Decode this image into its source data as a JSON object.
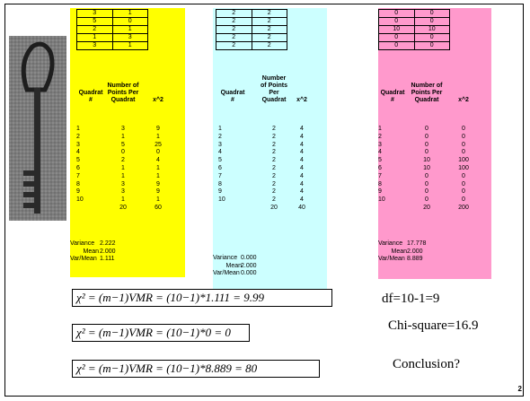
{
  "panels": [
    {
      "id": "yellow",
      "grid": [
        [
          "3",
          "1"
        ],
        [
          "5",
          "0"
        ],
        [
          "2",
          "1"
        ],
        [
          "1",
          "3"
        ],
        [
          "3",
          "1"
        ]
      ],
      "headers": {
        "quadrat": "Quadrat\n#",
        "points": "Number of\nPoints Per\nQuadrat",
        "x2": "x^2"
      },
      "rows": [
        [
          "1",
          "3",
          "9"
        ],
        [
          "2",
          "1",
          "1"
        ],
        [
          "3",
          "5",
          "25"
        ],
        [
          "4",
          "0",
          "0"
        ],
        [
          "5",
          "2",
          "4"
        ],
        [
          "6",
          "1",
          "1"
        ],
        [
          "7",
          "1",
          "1"
        ],
        [
          "8",
          "3",
          "9"
        ],
        [
          "9",
          "3",
          "9"
        ],
        [
          "10",
          "1",
          "1"
        ]
      ],
      "totals": {
        "points": "20",
        "x2": "60"
      },
      "stats": [
        [
          "Variance",
          "2.222"
        ],
        [
          "Mean",
          "2.000"
        ],
        [
          "Var/Mean",
          "1.111"
        ]
      ]
    },
    {
      "id": "cyan",
      "grid": [
        [
          "2",
          "2"
        ],
        [
          "2",
          "2"
        ],
        [
          "2",
          "2"
        ],
        [
          "2",
          "2"
        ],
        [
          "2",
          "2"
        ]
      ],
      "headers": {
        "quadrat": "Quadrat\n#",
        "points": "Number\nof Points\nPer\nQuadrat",
        "x2": "x^2"
      },
      "rows": [
        [
          "1",
          "2",
          "4"
        ],
        [
          "2",
          "2",
          "4"
        ],
        [
          "3",
          "2",
          "4"
        ],
        [
          "4",
          "2",
          "4"
        ],
        [
          "5",
          "2",
          "4"
        ],
        [
          "6",
          "2",
          "4"
        ],
        [
          "7",
          "2",
          "4"
        ],
        [
          "8",
          "2",
          "4"
        ],
        [
          "9",
          "2",
          "4"
        ],
        [
          "10",
          "2",
          "4"
        ]
      ],
      "totals": {
        "points": "20",
        "x2": "40"
      },
      "stats": [
        [
          "Variance",
          "0.000"
        ],
        [
          "Mean",
          "2.000"
        ],
        [
          "Var/Mean",
          "0.000"
        ]
      ]
    },
    {
      "id": "pink",
      "grid": [
        [
          "0",
          "0"
        ],
        [
          "0",
          "0"
        ],
        [
          "10",
          "10"
        ],
        [
          "0",
          "0"
        ],
        [
          "0",
          "0"
        ]
      ],
      "headers": {
        "quadrat": "Quadrat\n#",
        "points": "Number of\nPoints Per\nQuadrat",
        "x2": "x^2"
      },
      "rows": [
        [
          "1",
          "0",
          "0"
        ],
        [
          "2",
          "0",
          "0"
        ],
        [
          "3",
          "0",
          "0"
        ],
        [
          "4",
          "0",
          "0"
        ],
        [
          "5",
          "10",
          "100"
        ],
        [
          "6",
          "10",
          "100"
        ],
        [
          "7",
          "0",
          "0"
        ],
        [
          "8",
          "0",
          "0"
        ],
        [
          "9",
          "0",
          "0"
        ],
        [
          "10",
          "0",
          "0"
        ]
      ],
      "totals": {
        "points": "20",
        "x2": "200"
      },
      "stats": [
        [
          "Variance",
          "17.778"
        ],
        [
          "Mean",
          "2.000"
        ],
        [
          "Var/Mean",
          "8.889"
        ]
      ]
    }
  ],
  "formulas": [
    "χ² = (m−1)VMR = (10−1)*1.111 = 9.99",
    "χ² = (m−1)VMR = (10−1)*0 = 0",
    "χ² = (m−1)VMR = (10−1)*8.889 = 80"
  ],
  "notes": {
    "df": "df=10-1=9",
    "chi_square": "Chi-square=16.9",
    "conclusion": "Conclusion?"
  },
  "page_number": "2",
  "colors": {
    "yellow": "#ffff00",
    "cyan": "#ccffff",
    "pink": "#ff99cc"
  }
}
